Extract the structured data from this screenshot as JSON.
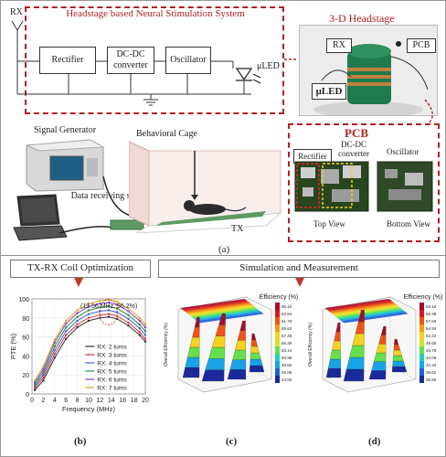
{
  "top": {
    "ns_title": "Headstage based Neural Stimulation System",
    "rx": "RX",
    "rectifier": "Rectifier",
    "dcdc": "DC-DC converter",
    "oscillator": "Oscillator",
    "uled": "μLED",
    "headstage_title": "3-D Headstage",
    "hs_rx": "RX",
    "hs_pcb": "PCB",
    "hs_uled": "μLED",
    "signal_generator": "Signal Generator",
    "behavioral_cage": "Behavioral Cage",
    "data_receiving": "Data receiving system",
    "tx": "TX",
    "pcb_title": "PCB",
    "pcb_rectifier": "Rectifier",
    "pcb_dcdc": "DC-DC converter",
    "pcb_oscillator": "Oscillator",
    "top_view": "Top View",
    "bottom_view": "Bottom View",
    "label_a": "(a)"
  },
  "bottom": {
    "header_left": "TX-RX Coil Optimization",
    "header_right": "Simulation and Measurement",
    "label_b": "(b)",
    "label_c": "(c)",
    "label_d": "(d)"
  },
  "chart_data": [
    {
      "type": "line",
      "xlabel": "Frequency (MHz)",
      "ylabel": "PTE (%)",
      "annotation": "(13.56 MHz, 96.2%)",
      "xlim": [
        0,
        20
      ],
      "ylim": [
        0,
        100
      ],
      "xticks": [
        0,
        2,
        4,
        6,
        8,
        10,
        12,
        14,
        16,
        18,
        20
      ],
      "yticks": [
        0,
        20,
        40,
        60,
        80,
        100
      ],
      "x": [
        0.5,
        2,
        4,
        6,
        8,
        10,
        12,
        13.56,
        15,
        17,
        19,
        20
      ],
      "series": [
        {
          "name": "RX: 2 turns",
          "color": "#333333",
          "values": [
            4,
            14,
            38,
            58,
            70,
            77,
            80,
            81,
            79,
            72,
            62,
            55
          ]
        },
        {
          "name": "RX: 3 turns",
          "color": "#e0343a",
          "values": [
            6,
            17,
            42,
            62,
            73,
            80,
            83,
            84,
            82,
            75,
            65,
            58
          ]
        },
        {
          "name": "RX: 4 turns",
          "color": "#3a62d8",
          "values": [
            8,
            20,
            46,
            66,
            77,
            84,
            87,
            88,
            86,
            79,
            69,
            62
          ]
        },
        {
          "name": "RX: 5 turns",
          "color": "#2e8b3a",
          "values": [
            10,
            23,
            50,
            70,
            81,
            88,
            91,
            92,
            90,
            83,
            73,
            66
          ]
        },
        {
          "name": "RX: 6 turns",
          "color": "#7a3fc4",
          "values": [
            12,
            26,
            54,
            74,
            85,
            92,
            95,
            96.2,
            94,
            87,
            77,
            70
          ]
        },
        {
          "name": "RX: 7 turns",
          "color": "#e0a020",
          "values": [
            14,
            29,
            57,
            77,
            88,
            95,
            98,
            99,
            97,
            90,
            80,
            73
          ]
        }
      ]
    },
    {
      "type": "heatmap",
      "title": "Efficiency (%)",
      "zlabel": "Overall Efficiency (%)",
      "colorbar": [
        66.1,
        63.84,
        61.78,
        59.62,
        57.46,
        55.3,
        53.14,
        50.98,
        48.82,
        46.66,
        44.5
      ]
    },
    {
      "type": "heatmap",
      "title": "Efficiency (%)",
      "zlabel": "Overall Efficiency (%)",
      "colorbar": [
        63.1,
        60.38,
        57.66,
        54.94,
        52.22,
        49.5,
        46.78,
        44.06,
        41.34,
        38.62,
        35.9
      ]
    }
  ]
}
